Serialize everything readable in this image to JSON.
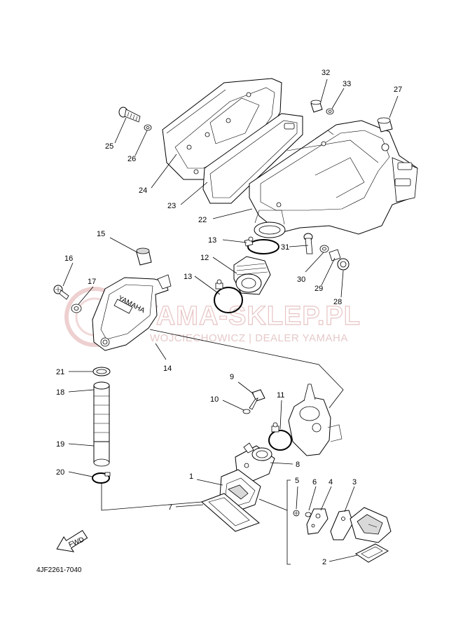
{
  "watermark": {
    "main": "YAMA-SKLEP.PL",
    "sub": "WOJCIECHOWICZ | DEALER YAMAHA"
  },
  "case_marking": "YAMAHA",
  "fwd_label": "FWD",
  "diagram_code": "4JF2261-7040",
  "callouts": {
    "c1": "1",
    "c2": "2",
    "c3": "3",
    "c4": "4",
    "c5": "5",
    "c6": "6",
    "c7": "7",
    "c8": "8",
    "c9": "9",
    "c10": "10",
    "c11": "11",
    "c12": "12",
    "c13a": "13",
    "c13b": "13",
    "c14": "14",
    "c15": "15",
    "c16": "16",
    "c17": "17",
    "c18": "18",
    "c19": "19",
    "c20": "20",
    "c21": "21",
    "c22": "22",
    "c23": "23",
    "c24": "24",
    "c25": "25",
    "c26": "26",
    "c27": "27",
    "c28": "28",
    "c29": "29",
    "c30": "30",
    "c31": "31",
    "c32": "32",
    "c33": "33"
  },
  "colors": {
    "watermark": "#e8c4c4",
    "line": "#000000",
    "background": "#ffffff"
  }
}
